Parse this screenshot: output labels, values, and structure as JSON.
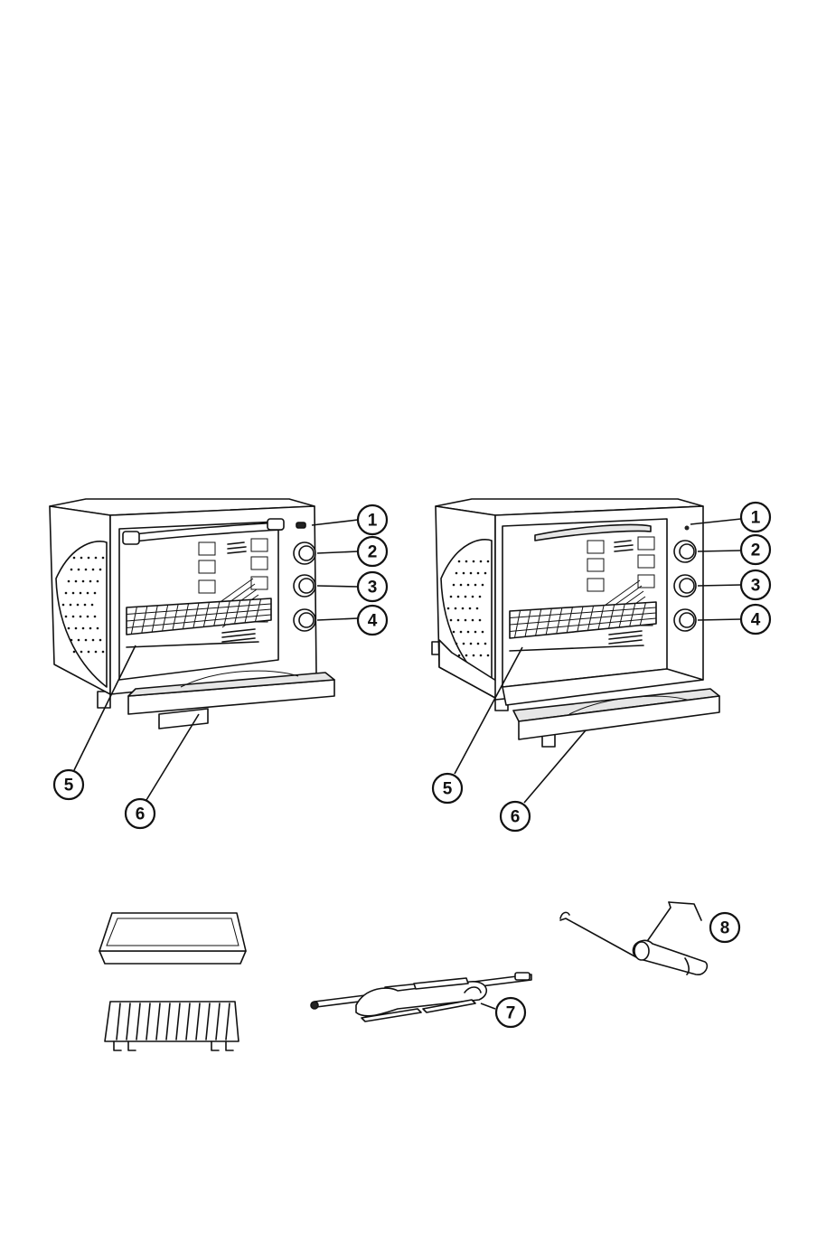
{
  "callouts": {
    "left_oven": [
      "1",
      "2",
      "3",
      "4",
      "5",
      "6"
    ],
    "right_oven": [
      "1",
      "2",
      "3",
      "4",
      "5",
      "6"
    ],
    "rotisserie_spit": "7",
    "rotisserie_handle": "8"
  },
  "colors": {
    "line": "#111111",
    "background": "#ffffff",
    "shade": "#e6e6e6"
  }
}
